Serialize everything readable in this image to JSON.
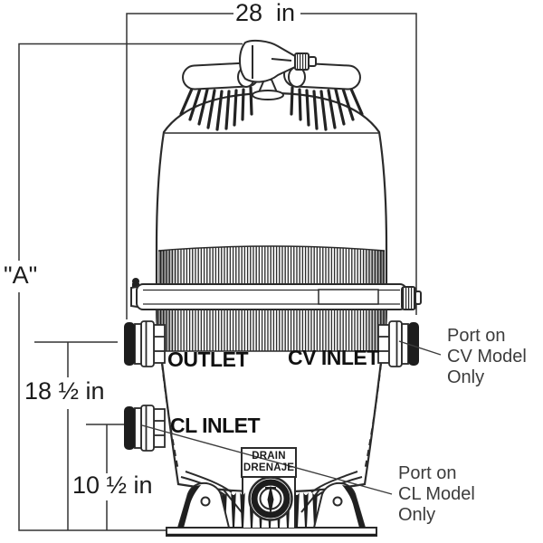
{
  "colors": {
    "ink": "#2b2b2b",
    "dimension_line": "#333333",
    "label_text": "#111111",
    "note_text": "#3c3c3c",
    "paper": "#ffffff"
  },
  "dimensions": {
    "width": {
      "label": "28  in"
    },
    "overall_height": {
      "label": "\"A\""
    },
    "outlet_height": {
      "label": "18 ½ in"
    },
    "cl_inlet_height": {
      "label": "10 ½ in"
    }
  },
  "port_labels": {
    "outlet": "OUTLET",
    "cv_inlet": "CV INLET",
    "cl_inlet": "CL INLET"
  },
  "drain": {
    "line1": "DRAIN",
    "line2": "DRENAJE"
  },
  "notes": {
    "cv_port": "Port on\nCV Model\nOnly",
    "cl_port": "Port on\nCL Model\nOnly"
  }
}
